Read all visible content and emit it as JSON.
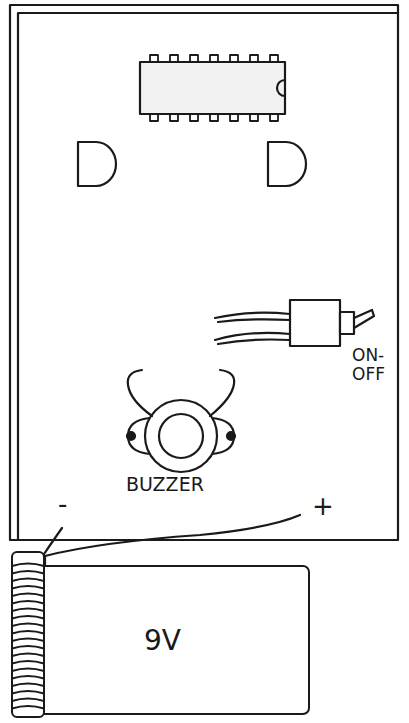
{
  "diagram": {
    "nodes": [
      {
        "text": [
          "9V"
        ]
      }
    ],
    "labels": [
      "ON- OFF",
      "BUZZER",
      "-",
      "+"
    ]
  }
}
